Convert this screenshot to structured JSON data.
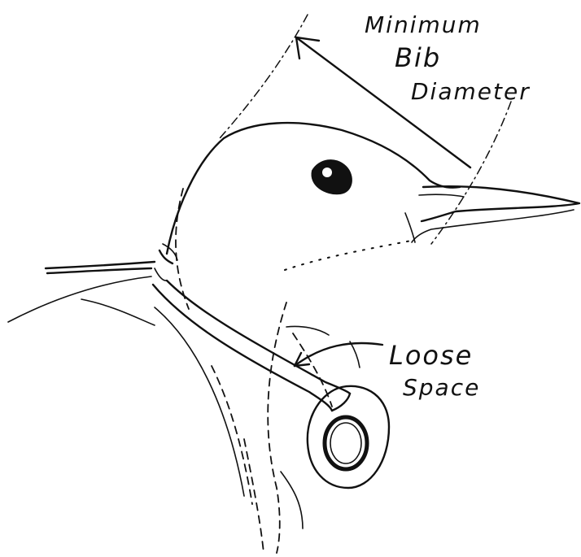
{
  "labels": {
    "bib_diameter": [
      "Minimum",
      "Bib",
      "Diameter"
    ],
    "loose_space": [
      "Loose",
      "Space"
    ]
  },
  "colors": {
    "ink": "#111111",
    "background": "#ffffff"
  }
}
